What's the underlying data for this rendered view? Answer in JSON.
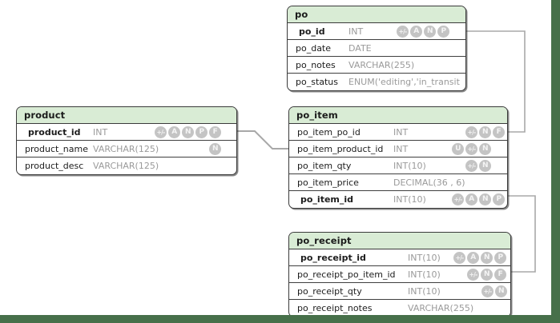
{
  "diagram": {
    "kind": "er-diagram",
    "background_color": "#ffffff",
    "accent_band_color": "#47704a",
    "header_color": "#d9ecd5",
    "line_color": "#a8a8a8",
    "badge_color": "#c4c4c4"
  },
  "tables": {
    "po": {
      "name": "po",
      "columns": [
        {
          "name": "po_id",
          "type": "INT",
          "pk": true,
          "badges": [
            "+/-",
            "A",
            "N",
            "P"
          ]
        },
        {
          "name": "po_date",
          "type": "DATE",
          "pk": false,
          "badges": []
        },
        {
          "name": "po_notes",
          "type": "VARCHAR(255)",
          "pk": false,
          "badges": []
        },
        {
          "name": "po_status",
          "type": "ENUM('editing','in_transit",
          "pk": false,
          "badges": []
        }
      ]
    },
    "product": {
      "name": "product",
      "columns": [
        {
          "name": "product_id",
          "type": "INT",
          "pk": true,
          "badges": [
            "+/-",
            "A",
            "N",
            "P",
            "F"
          ]
        },
        {
          "name": "product_name",
          "type": "VARCHAR(125)",
          "pk": false,
          "badges": [
            "N"
          ]
        },
        {
          "name": "product_desc",
          "type": "VARCHAR(125)",
          "pk": false,
          "badges": []
        }
      ]
    },
    "po_item": {
      "name": "po_item",
      "columns": [
        {
          "name": "po_item_po_id",
          "type": "INT",
          "pk": false,
          "badges": [
            "+/-",
            "N",
            "F"
          ]
        },
        {
          "name": "po_item_product_id",
          "type": "INT",
          "pk": false,
          "badges": [
            "U",
            "+/-",
            "N"
          ]
        },
        {
          "name": "po_item_qty",
          "type": "INT(10)",
          "pk": false,
          "badges": [
            "+/-",
            "N"
          ]
        },
        {
          "name": "po_item_price",
          "type": "DECIMAL(36 , 6)",
          "pk": false,
          "badges": []
        },
        {
          "name": "po_item_id",
          "type": "INT(10)",
          "pk": true,
          "badges": [
            "+/-",
            "A",
            "N",
            "P"
          ]
        }
      ]
    },
    "po_receipt": {
      "name": "po_receipt",
      "columns": [
        {
          "name": "po_receipt_id",
          "type": "INT(10)",
          "pk": true,
          "badges": [
            "+/-",
            "A",
            "N",
            "P"
          ]
        },
        {
          "name": "po_receipt_po_item_id",
          "type": "INT(10)",
          "pk": false,
          "badges": [
            "+/-",
            "N",
            "F"
          ]
        },
        {
          "name": "po_receipt_qty",
          "type": "INT(10)",
          "pk": false,
          "badges": [
            "+/-",
            "N"
          ]
        },
        {
          "name": "po_receipt_notes",
          "type": "VARCHAR(255)",
          "pk": false,
          "badges": []
        }
      ]
    }
  },
  "relationships": [
    {
      "from": "po.po_id",
      "to": "po_item.po_item_po_id"
    },
    {
      "from": "product.product_id",
      "to": "po_item.po_item_product_id"
    },
    {
      "from": "po_item.po_item_id",
      "to": "po_receipt.po_receipt_po_item_id"
    }
  ]
}
